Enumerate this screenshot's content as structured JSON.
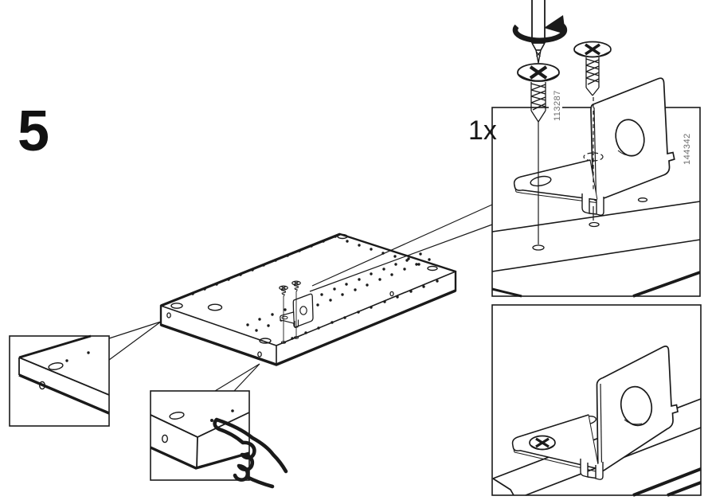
{
  "step": {
    "number": "5"
  },
  "quantity": {
    "label": "1x"
  },
  "parts": {
    "screw": {
      "part_number": "113287"
    },
    "bracket": {
      "part_number": "144342"
    }
  },
  "icons": {
    "screwdriver": "phillips-screwdriver-icon",
    "rotation_arrow": "clockwise-rotation-arrow-icon",
    "hand": "pointing-hand-icon",
    "screw": "phillips-screw-icon",
    "bracket": "l-bracket-with-round-hole"
  },
  "colors": {
    "line": "#1a1a1a",
    "part_label": "#6d6d6d",
    "background": "#ffffff"
  }
}
